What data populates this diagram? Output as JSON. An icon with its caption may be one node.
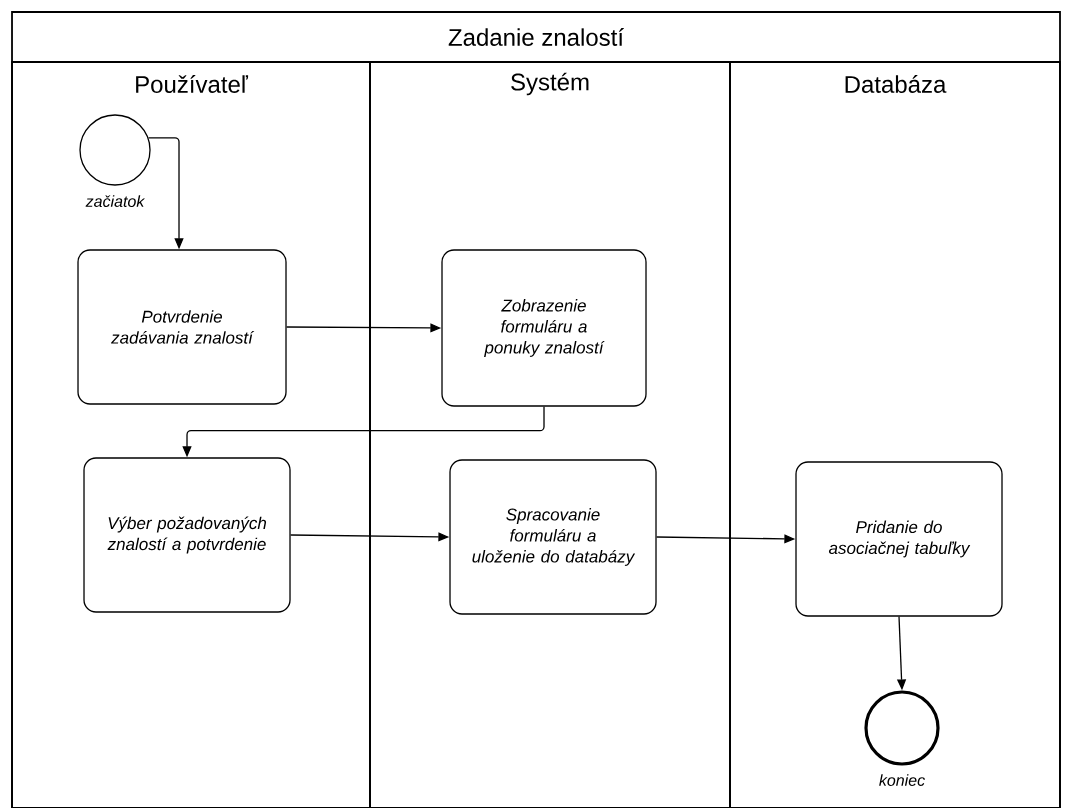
{
  "diagram": {
    "nodes": [
      {
        "text": [
          "Zadanie znalostí"
        ]
      },
      {
        "text": [
          "Používateľ"
        ],
        "in": 0
      },
      {
        "text": [
          "Systém"
        ],
        "in": 0
      },
      {
        "text": [
          "Databáza"
        ],
        "in": 0
      },
      {
        "text": [],
        "shape": "circle",
        "beside": [
          "začiatok"
        ],
        "in": 1
      },
      {
        "text": [
          "Potvrdenie zadávania znalostí"
        ],
        "in": 1
      },
      {
        "text": [
          "Zobrazenie formuláru a ponuky znalostí"
        ],
        "in": 2
      },
      {
        "text": [
          "Výber požadovaných znalostí a potvrdenie"
        ],
        "in": 1
      },
      {
        "text": [
          "Spracovanie formuláru a uloženie do databázy"
        ],
        "in": 2
      },
      {
        "text": [
          "Pridanie do asociačnej tabuľky"
        ],
        "in": 3
      },
      {
        "text": [],
        "shape": "circle",
        "beside": [
          "koniec"
        ],
        "in": 3
      }
    ],
    "edges": [
      {
        "from": 4,
        "to": 5,
        "arrow": "to"
      },
      {
        "from": 5,
        "to": 6,
        "arrow": "to"
      },
      {
        "from": 6,
        "to": 7,
        "arrow": "to"
      },
      {
        "from": 7,
        "to": 8,
        "arrow": "to"
      },
      {
        "from": 8,
        "to": 9,
        "arrow": "to"
      },
      {
        "from": 9,
        "to": 10,
        "arrow": "to"
      }
    ]
  }
}
